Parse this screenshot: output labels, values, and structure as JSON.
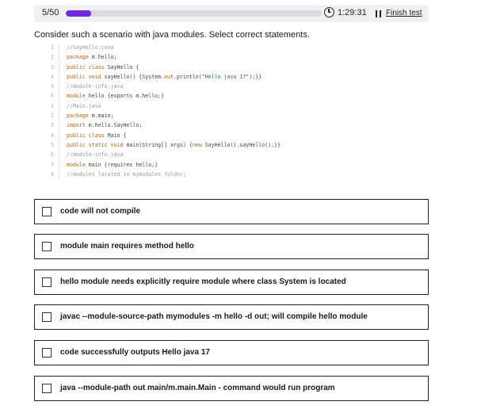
{
  "header": {
    "counter": "5/50",
    "progress_fraction": 0.1,
    "timer": "1:29:31",
    "finish_label": "Finish test",
    "accent_color": "#6f28e0"
  },
  "question": {
    "text": "Consider such a scenario with java modules. Select correct statements."
  },
  "code": [
    {
      "n": "1",
      "parts": [
        {
          "t": "//SayHello.java",
          "c": "cm"
        }
      ]
    },
    {
      "n": "2",
      "parts": [
        {
          "t": "package",
          "c": "kw"
        },
        {
          "t": " m.hello;",
          "c": ""
        }
      ]
    },
    {
      "n": "3",
      "parts": [
        {
          "t": "public class",
          "c": "kw"
        },
        {
          "t": " SayHello {",
          "c": ""
        }
      ]
    },
    {
      "n": "4",
      "parts": [
        {
          "t": "public void",
          "c": "kw"
        },
        {
          "t": " sayHello() {System.",
          "c": ""
        },
        {
          "t": "out",
          "c": "fld"
        },
        {
          "t": ".println(",
          "c": ""
        },
        {
          "t": "\"Hello java 17\"",
          "c": "str"
        },
        {
          "t": ");}}",
          "c": ""
        }
      ]
    },
    {
      "n": "5",
      "parts": [
        {
          "t": "//module-info.java",
          "c": "cm"
        }
      ]
    },
    {
      "n": "6",
      "parts": [
        {
          "t": "module",
          "c": "kw"
        },
        {
          "t": " hello {exports m.hello;}",
          "c": ""
        }
      ]
    },
    {
      "n": "1",
      "parts": [
        {
          "t": "//Main.java",
          "c": "cm"
        }
      ]
    },
    {
      "n": "2",
      "parts": [
        {
          "t": "package",
          "c": "kw"
        },
        {
          "t": " m.main;",
          "c": ""
        }
      ]
    },
    {
      "n": "3",
      "parts": [
        {
          "t": "import",
          "c": "kw"
        },
        {
          "t": " m.hello.SayHello;",
          "c": ""
        }
      ]
    },
    {
      "n": "4",
      "parts": [
        {
          "t": "public class",
          "c": "kw"
        },
        {
          "t": " Main {",
          "c": ""
        }
      ]
    },
    {
      "n": "5",
      "parts": [
        {
          "t": "public static void",
          "c": "kw"
        },
        {
          "t": " main(String[] args) {",
          "c": ""
        },
        {
          "t": "new",
          "c": "kw"
        },
        {
          "t": " SayHello().sayHello();}}",
          "c": ""
        }
      ]
    },
    {
      "n": "6",
      "parts": [
        {
          "t": "//module-info.java",
          "c": "cm"
        }
      ]
    },
    {
      "n": "7",
      "parts": [
        {
          "t": "module",
          "c": "kw"
        },
        {
          "t": " main {requires hello;}",
          "c": ""
        }
      ]
    },
    {
      "n": "8",
      "parts": [
        {
          "t": "//modules located in mymodules folder;",
          "c": "cm"
        }
      ]
    }
  ],
  "options": [
    {
      "label": "code will not compile",
      "checked": false
    },
    {
      "label": "module main requires method hello",
      "checked": false
    },
    {
      "label": "hello module needs explicitly require module where class System is located",
      "checked": false
    },
    {
      "label": "javac --module-source-path mymodules -m hello -d out; will compile hello module",
      "checked": false
    },
    {
      "label": "code successfully outputs Hello java 17",
      "checked": false
    },
    {
      "label": "java --module-path out main/m.main.Main - command would run program",
      "checked": false
    }
  ]
}
